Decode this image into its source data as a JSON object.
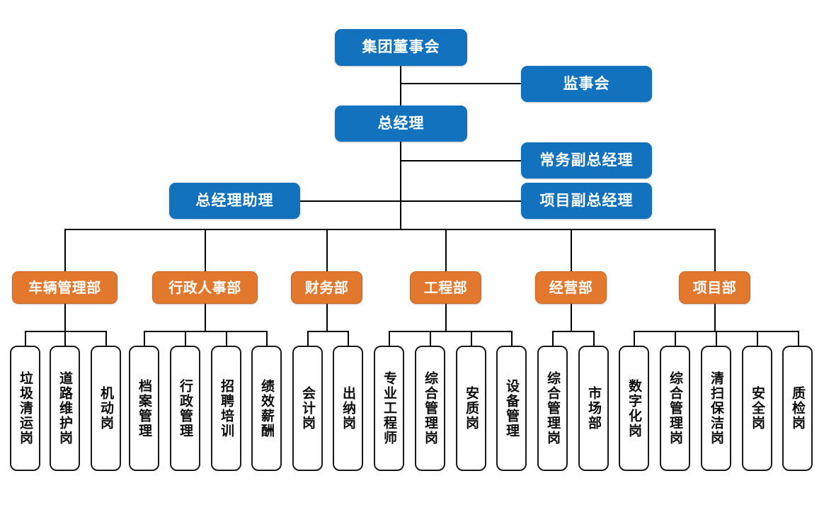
{
  "palette": {
    "blue": "#1272bd",
    "orange": "#e2782e",
    "leaf_border": "#1a1a1a",
    "line": "#000000",
    "background": "#ffffff",
    "blue_text": "#ffffff",
    "orange_text": "#ffffff",
    "leaf_text": "#0d0d0d"
  },
  "chart_data": {
    "type": "diagram",
    "subtype": "organizational-chart",
    "orientation": "top-down",
    "levels": 4,
    "node_count": 31
  },
  "executive": {
    "board": "集团董事会",
    "supervisory": "监事会",
    "general_manager": "总经理",
    "executive_vice_gm": "常务副总经理",
    "project_vice_gm": "项目副总经理",
    "gm_assistant": "总经理助理"
  },
  "departments": [
    {
      "name": "车辆管理部",
      "positions": [
        "垃圾清运岗",
        "道路维护岗",
        "机动岗"
      ]
    },
    {
      "name": "行政人事部",
      "positions": [
        "档案管理",
        "行政管理",
        "招聘培训",
        "绩效薪酬"
      ]
    },
    {
      "name": "财务部",
      "positions": [
        "会计岗",
        "出纳岗"
      ]
    },
    {
      "name": "工程部",
      "positions": [
        "专业工程师",
        "综合管理岗",
        "安质岗",
        "设备管理"
      ]
    },
    {
      "name": "经营部",
      "positions": [
        "综合管理岗",
        "市场部"
      ]
    },
    {
      "name": "项目部",
      "positions": [
        "数字化岗",
        "综合管理岗",
        "清扫保洁岗",
        "安全岗",
        "质检岗"
      ]
    }
  ],
  "leaves": [
    "垃圾清运岗",
    "道路维护岗",
    "机动岗",
    "档案管理",
    "行政管理",
    "招聘培训",
    "绩效薪酬",
    "会计岗",
    "出纳岗",
    "专业工程师",
    "综合管理岗",
    "安质岗",
    "设备管理",
    "综合管理岗",
    "市场部",
    "数字化岗",
    "综合管理岗",
    "清扫保洁岗",
    "安全岗",
    "质检岗"
  ]
}
